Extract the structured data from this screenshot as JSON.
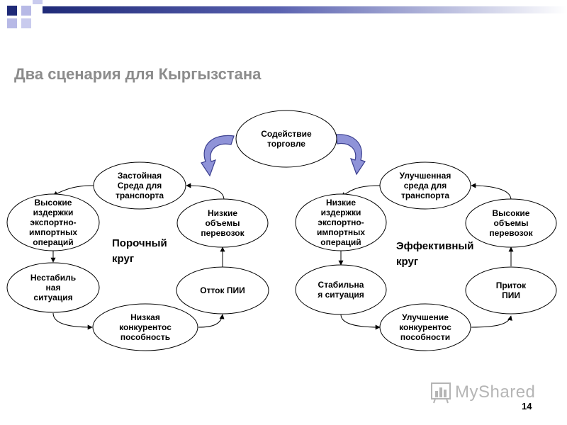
{
  "slide": {
    "title": "Два сценария для Кыргызстана",
    "page_number": "14",
    "watermark": "MyShared"
  },
  "center_node": {
    "lines": [
      "Содействие",
      "торговле"
    ]
  },
  "left_cycle": {
    "label_lines": [
      "Порочный",
      "круг"
    ],
    "nodes": [
      {
        "id": "zastoy",
        "lines": [
          "Застойная",
          "Среда для",
          "транспорта"
        ]
      },
      {
        "id": "izderzhki",
        "lines": [
          "Высокие",
          "издержки",
          "экспортно-",
          "импортных",
          "операций"
        ]
      },
      {
        "id": "nestabil",
        "lines": [
          "Нестабиль",
          "ная",
          "ситуация"
        ]
      },
      {
        "id": "konkurent",
        "lines": [
          "Низкая",
          "конкурентос",
          "пособность"
        ]
      },
      {
        "id": "ottok",
        "lines": [
          "Отток ПИИ"
        ]
      },
      {
        "id": "obemy",
        "lines": [
          "Низкие",
          "объемы",
          "перевозок"
        ]
      }
    ]
  },
  "right_cycle": {
    "label_lines": [
      "Эффективный",
      "круг"
    ],
    "nodes": [
      {
        "id": "uluchsh",
        "lines": [
          "Улучшенная",
          "среда для",
          "транспорта"
        ]
      },
      {
        "id": "izderzhki",
        "lines": [
          "Низкие",
          "издержки",
          "экспортно-",
          "импортных",
          "операций"
        ]
      },
      {
        "id": "stabil",
        "lines": [
          "Стабильна",
          "я ситуация"
        ]
      },
      {
        "id": "konkurent",
        "lines": [
          "Улучшение",
          "конкурентос",
          "пособности"
        ]
      },
      {
        "id": "pritok",
        "lines": [
          "Приток",
          "ПИИ"
        ]
      },
      {
        "id": "obemy",
        "lines": [
          "Высокие",
          "объемы",
          "перевозок"
        ]
      }
    ]
  },
  "colors": {
    "title": "#8c8c8c",
    "accent_navy": "#1f2a78",
    "accent_lilac": "#b7b9e6",
    "arrow_fill": "#8f93d8",
    "arrow_stroke": "#3b3f8f",
    "edge": "#000000"
  }
}
